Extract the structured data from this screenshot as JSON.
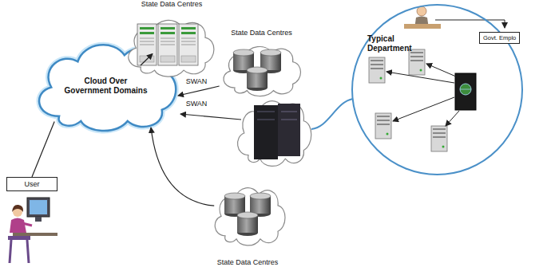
{
  "diagram": {
    "nodes": [
      {
        "text": [
          "State Data Centres"
        ]
      },
      {
        "text": [
          "State Data Centres"
        ]
      },
      {
        "text": [
          "Cloud Over Government Domains"
        ]
      },
      {
        "text": [
          "Typical Department"
        ]
      },
      {
        "text": [
          "Govt. Emplo"
        ],
        "in": 3
      },
      {
        "text": [
          "User"
        ]
      },
      {
        "text": [
          "State Data Centres"
        ]
      }
    ],
    "edges": [
      {
        "from": 0,
        "to": 2,
        "arrow": "to"
      },
      {
        "from": 1,
        "to": 2,
        "label": "SWAN",
        "arrow": "to"
      },
      {
        "from": 6,
        "to": 2,
        "arrow": "to"
      },
      {
        "from": 5,
        "to": 2,
        "arrow": "none"
      }
    ],
    "labels": [
      "SWAN"
    ]
  }
}
